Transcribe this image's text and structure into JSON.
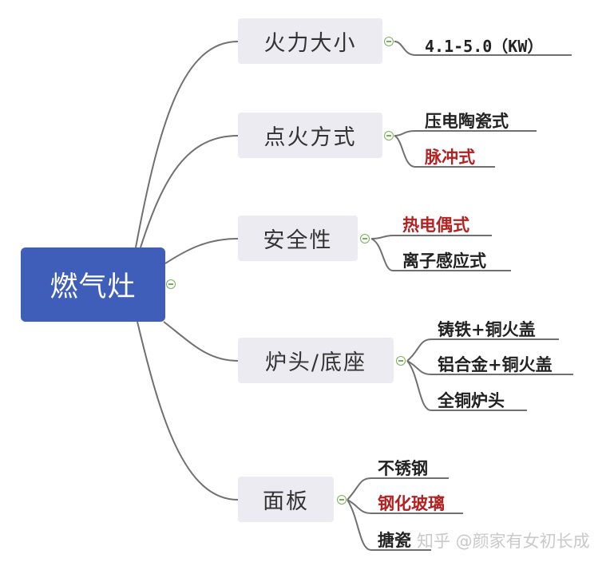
{
  "root": {
    "label": "燃气灶"
  },
  "branches": [
    {
      "label": "火力大小",
      "leaves": [
        {
          "label": "4.1-5.0（KW）"
        }
      ]
    },
    {
      "label": "点火方式",
      "leaves": [
        {
          "label": "压电陶瓷式"
        },
        {
          "label": "脉冲式"
        }
      ]
    },
    {
      "label": "安全性",
      "leaves": [
        {
          "label": "热电偶式"
        },
        {
          "label": "离子感应式"
        }
      ]
    },
    {
      "label": "炉头/底座",
      "leaves": [
        {
          "label": "铸铁+铜火盖"
        },
        {
          "label": "铝合金+铜火盖"
        },
        {
          "label": "全铜炉头"
        }
      ]
    },
    {
      "label": "面板",
      "leaves": [
        {
          "label": "不锈钢"
        },
        {
          "label": "钢化玻璃"
        },
        {
          "label": "搪瓷"
        }
      ]
    }
  ],
  "colors": {
    "root_fill": "#3f5eba",
    "branch_fill": "#ebebf1",
    "highlight_text": "#b22222",
    "connector": "#707070",
    "toggle": "#78b05a"
  },
  "watermark": "知乎 @颜家有女初长成"
}
